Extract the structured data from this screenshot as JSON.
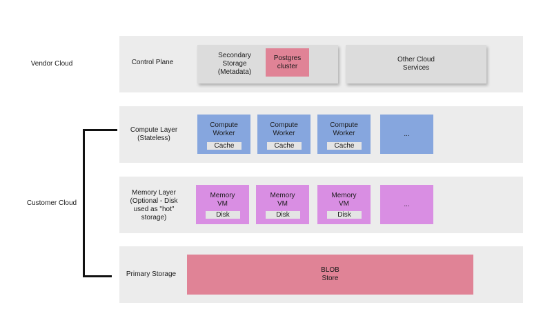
{
  "zones": {
    "vendor": "Vendor Cloud",
    "customer": "Customer Cloud"
  },
  "control_plane": {
    "label": "Control Plane",
    "secondary_storage": "Secondary\nStorage\n(Metadata)",
    "postgres": "Postgres\ncluster",
    "other_services": "Other Cloud\nServices"
  },
  "compute_layer": {
    "label": "Compute Layer\n(Stateless)",
    "workers": [
      {
        "title": "Compute\nWorker",
        "cache": "Cache"
      },
      {
        "title": "Compute\nWorker",
        "cache": "Cache"
      },
      {
        "title": "Compute\nWorker",
        "cache": "Cache"
      }
    ],
    "more": "..."
  },
  "memory_layer": {
    "label": "Memory Layer\n(Optional - Disk\nused as \"hot\"\nstorage)",
    "vms": [
      {
        "title": "Memory\nVM",
        "disk": "Disk"
      },
      {
        "title": "Memory\nVM",
        "disk": "Disk"
      },
      {
        "title": "Memory\nVM",
        "disk": "Disk"
      }
    ],
    "more": "..."
  },
  "primary_storage": {
    "label": "Primary Storage",
    "blob": "BLOB\nStore"
  },
  "colors": {
    "band": "#ececec",
    "gray_card": "#dcdcdc",
    "pink": "#e08396",
    "blue": "#86a6de",
    "purple": "#d98ee3"
  }
}
